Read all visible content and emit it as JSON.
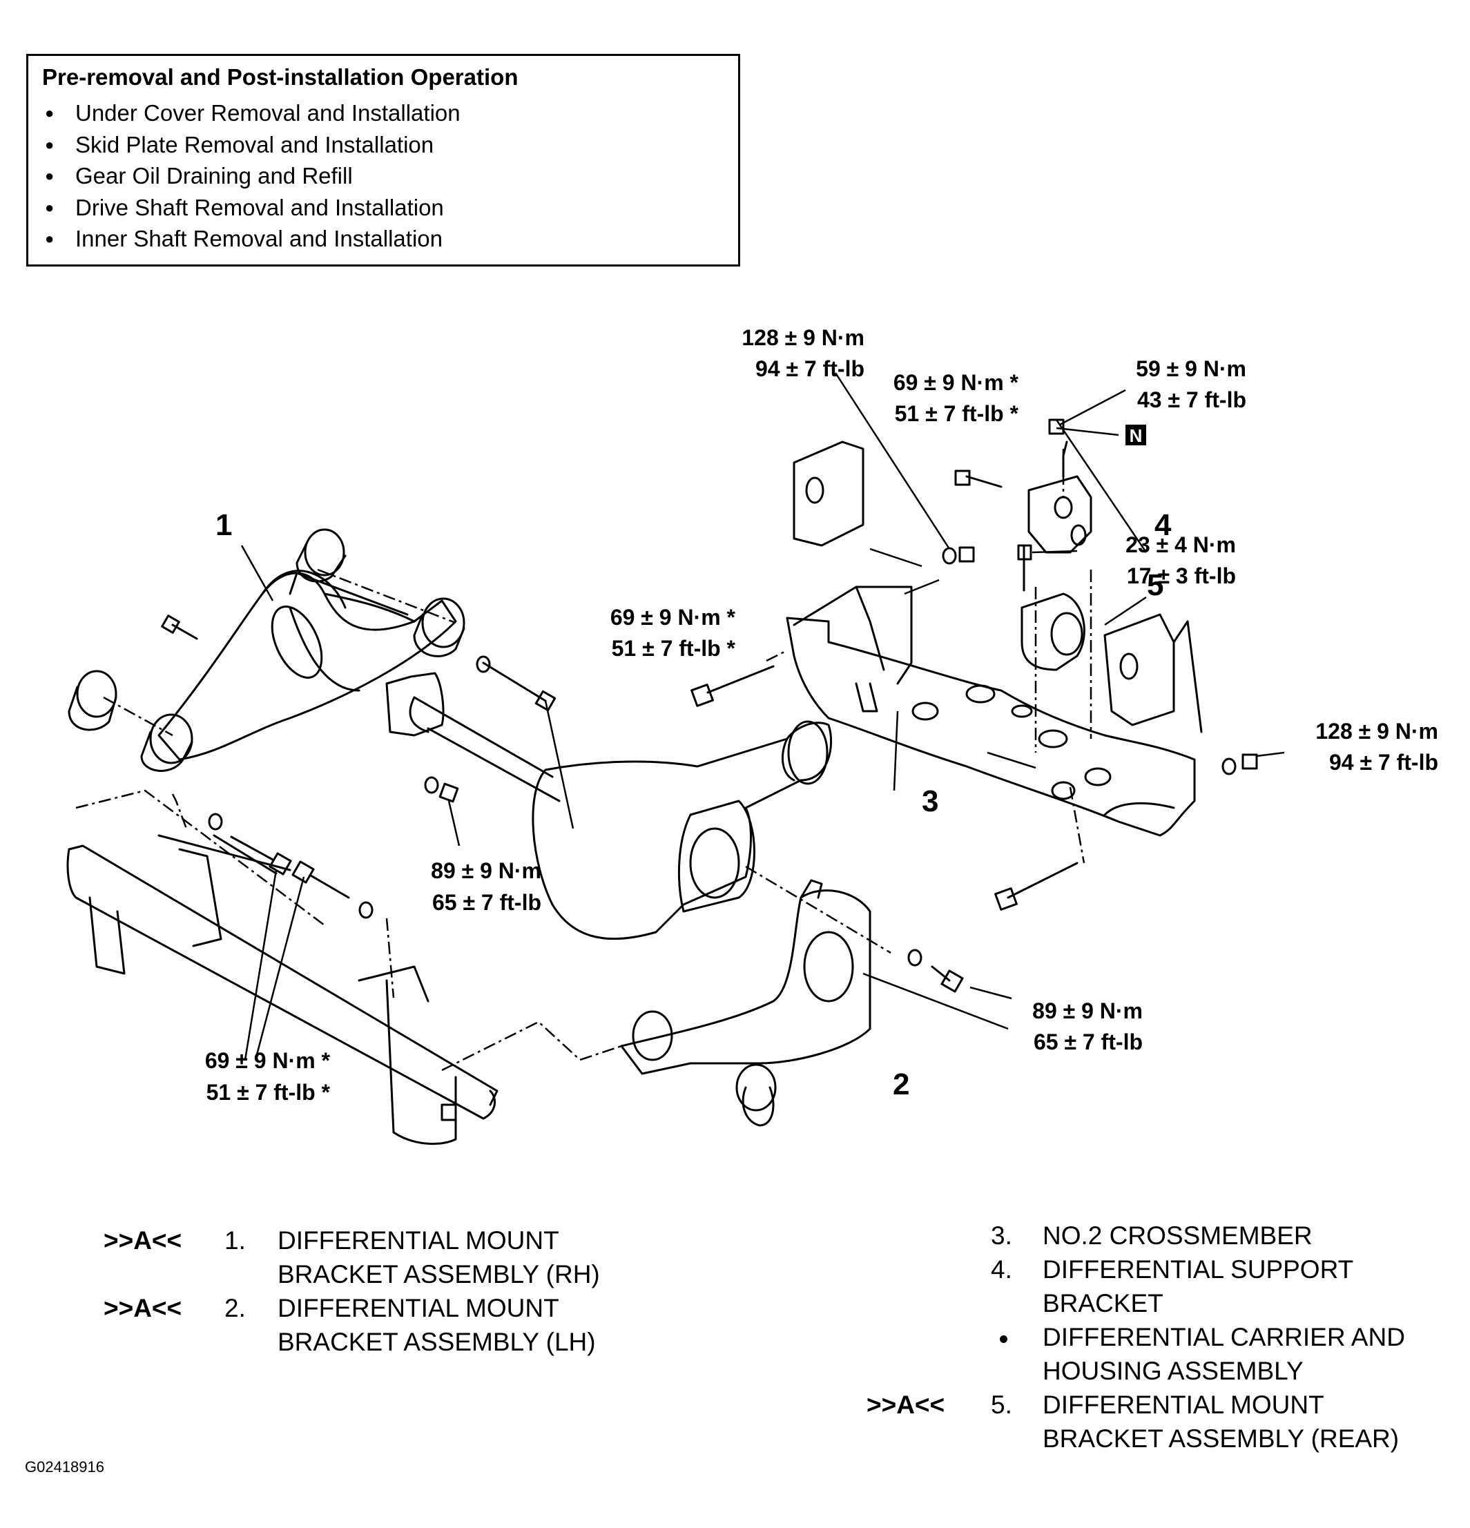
{
  "pre_operation": {
    "title": "Pre-removal and Post-installation Operation",
    "items": [
      "Under Cover Removal and Installation",
      "Skid Plate Removal and Installation",
      "Gear Oil Draining and Refill",
      "Drive Shaft Removal and Installation",
      "Inner Shaft Removal and Installation"
    ]
  },
  "callouts": {
    "c1": "1",
    "c2": "2",
    "c3": "3",
    "c4": "4",
    "c5": "5",
    "n_badge": "N"
  },
  "torques": {
    "t1": {
      "nm": "128 ± 9 N·m",
      "ftlb": "94 ± 7 ft-lb"
    },
    "t2": {
      "nm": "69 ± 9 N·m *",
      "ftlb": "51 ± 7 ft-lb *"
    },
    "t3": {
      "nm": "59 ± 9 N·m",
      "ftlb": "43 ± 7 ft-lb"
    },
    "t4": {
      "nm": "23 ± 4 N·m",
      "ftlb": "17 ± 3 ft-lb"
    },
    "t5": {
      "nm": "69 ± 9 N·m *",
      "ftlb": "51 ± 7 ft-lb *"
    },
    "t6": {
      "nm": "128 ± 9 N·m",
      "ftlb": "94 ± 7 ft-lb"
    },
    "t7": {
      "nm": "89 ± 9 N·m",
      "ftlb": "65 ± 7 ft-lb"
    },
    "t8": {
      "nm": "89 ± 9 N·m",
      "ftlb": "65 ± 7 ft-lb"
    },
    "t9": {
      "nm": "69 ± 9 N·m *",
      "ftlb": "51 ± 7 ft-lb *"
    }
  },
  "legend_left": [
    {
      "mark": ">>A<<",
      "num": "1.",
      "line1": "DIFFERENTIAL MOUNT",
      "line2": "BRACKET ASSEMBLY (RH)"
    },
    {
      "mark": ">>A<<",
      "num": "2.",
      "line1": "DIFFERENTIAL MOUNT",
      "line2": "BRACKET ASSEMBLY (LH)"
    }
  ],
  "legend_right": [
    {
      "mark": "",
      "num": "3.",
      "line1": "NO.2 CROSSMEMBER",
      "line2": ""
    },
    {
      "mark": "",
      "num": "4.",
      "line1": "DIFFERENTIAL SUPPORT",
      "line2": "BRACKET"
    },
    {
      "mark": "",
      "num": "",
      "line1": "DIFFERENTIAL CARRIER AND",
      "line2": "HOUSING ASSEMBLY"
    },
    {
      "mark": ">>A<<",
      "num": "5.",
      "line1": "DIFFERENTIAL MOUNT",
      "line2": "BRACKET ASSEMBLY (REAR)"
    }
  ],
  "figure_id": "G02418916"
}
